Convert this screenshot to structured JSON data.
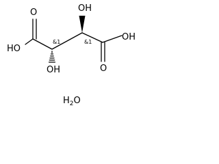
{
  "structure": {
    "atoms": {
      "oh_top": "OH",
      "o_top_left": "O",
      "ho_left": "HO",
      "oh_bottom": "OH",
      "oh_right": "OH",
      "o_bottom_right": "O"
    },
    "stereo_labels": {
      "left": "&1",
      "right": "&1"
    },
    "water": {
      "h": "H",
      "subscript": "2",
      "o": "O"
    },
    "colors": {
      "ink": "#000000",
      "background": "#ffffff"
    }
  }
}
